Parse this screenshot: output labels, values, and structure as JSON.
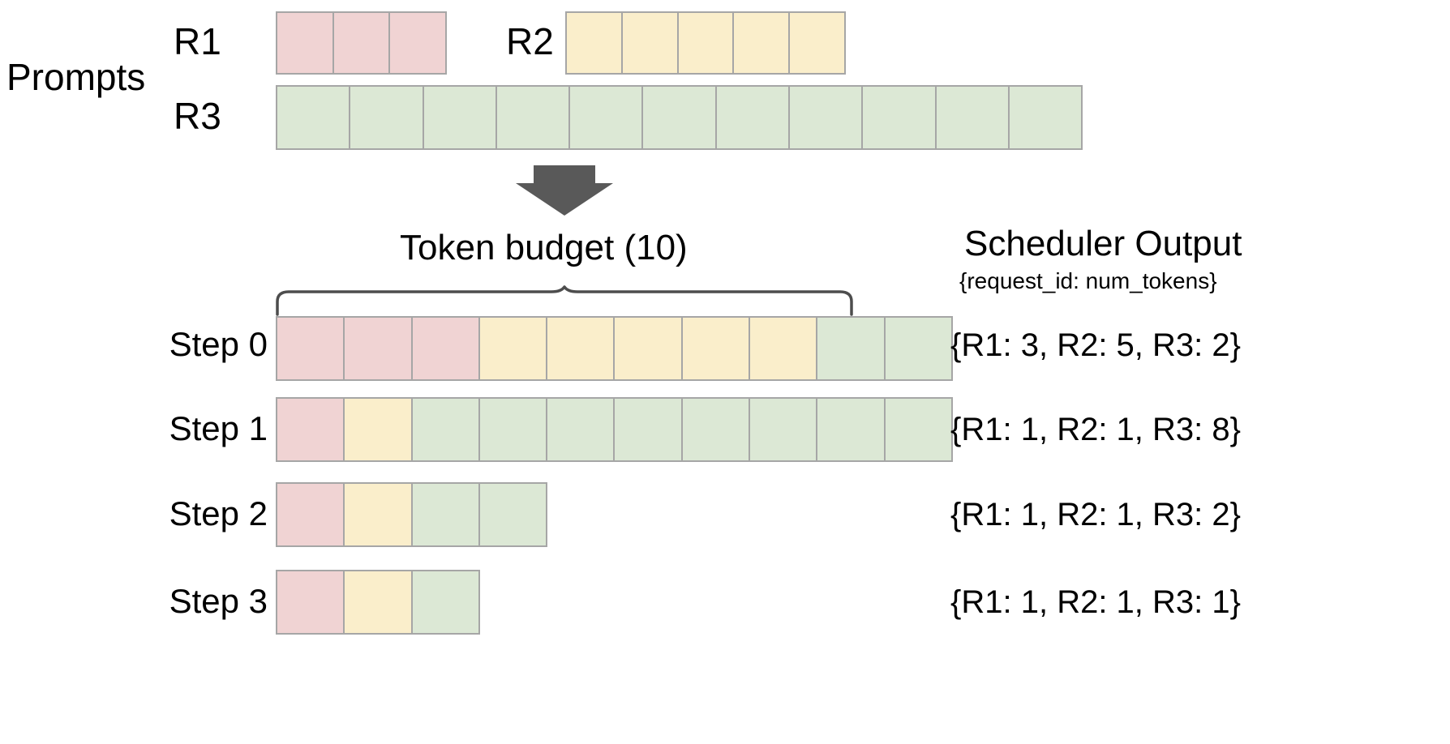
{
  "diagram": {
    "title_prompts": "Prompts",
    "arrow_icon": "down-arrow-icon",
    "brace_icon": "curly-brace-icon"
  },
  "prompts": {
    "label": "Prompts",
    "requests": [
      {
        "id": "R1",
        "label": "R1",
        "tokens": 3,
        "color_key": "pink",
        "color": "#f0d3d3"
      },
      {
        "id": "R2",
        "label": "R2",
        "tokens": 5,
        "color_key": "yellow",
        "color": "#faeecb"
      },
      {
        "id": "R3",
        "label": "R3",
        "tokens": 11,
        "color_key": "green",
        "color": "#dce8d5"
      }
    ]
  },
  "budget": {
    "label": "Token  budget (10)",
    "value": 10
  },
  "scheduler": {
    "title": "Scheduler Output",
    "subtitle": "{request_id: num_tokens}"
  },
  "steps": [
    {
      "label": "Step 0",
      "segments": [
        {
          "request": "R1",
          "count": 3,
          "color_key": "pink"
        },
        {
          "request": "R2",
          "count": 5,
          "color_key": "yellow"
        },
        {
          "request": "R3",
          "count": 2,
          "color_key": "green"
        }
      ],
      "output": "{R1: 3, R2: 5, R3: 2}"
    },
    {
      "label": "Step 1",
      "segments": [
        {
          "request": "R1",
          "count": 1,
          "color_key": "pink"
        },
        {
          "request": "R2",
          "count": 1,
          "color_key": "yellow"
        },
        {
          "request": "R3",
          "count": 8,
          "color_key": "green"
        }
      ],
      "output": "{R1: 1, R2: 1, R3: 8}"
    },
    {
      "label": "Step 2",
      "segments": [
        {
          "request": "R1",
          "count": 1,
          "color_key": "pink"
        },
        {
          "request": "R2",
          "count": 1,
          "color_key": "yellow"
        },
        {
          "request": "R3",
          "count": 2,
          "color_key": "green"
        }
      ],
      "output": "{R1: 1, R2: 1, R3: 2}"
    },
    {
      "label": "Step 3",
      "segments": [
        {
          "request": "R1",
          "count": 1,
          "color_key": "pink"
        },
        {
          "request": "R2",
          "count": 1,
          "color_key": "yellow"
        },
        {
          "request": "R3",
          "count": 1,
          "color_key": "green"
        }
      ],
      "output": "{R1: 1, R2: 1, R3: 1}"
    }
  ],
  "colors": {
    "pink": "#f0d3d3",
    "yellow": "#faeecb",
    "green": "#dce8d5",
    "cell_border": "#a6a6a6",
    "arrow": "#595959",
    "brace": "#4d4d4d",
    "text": "#000000"
  }
}
